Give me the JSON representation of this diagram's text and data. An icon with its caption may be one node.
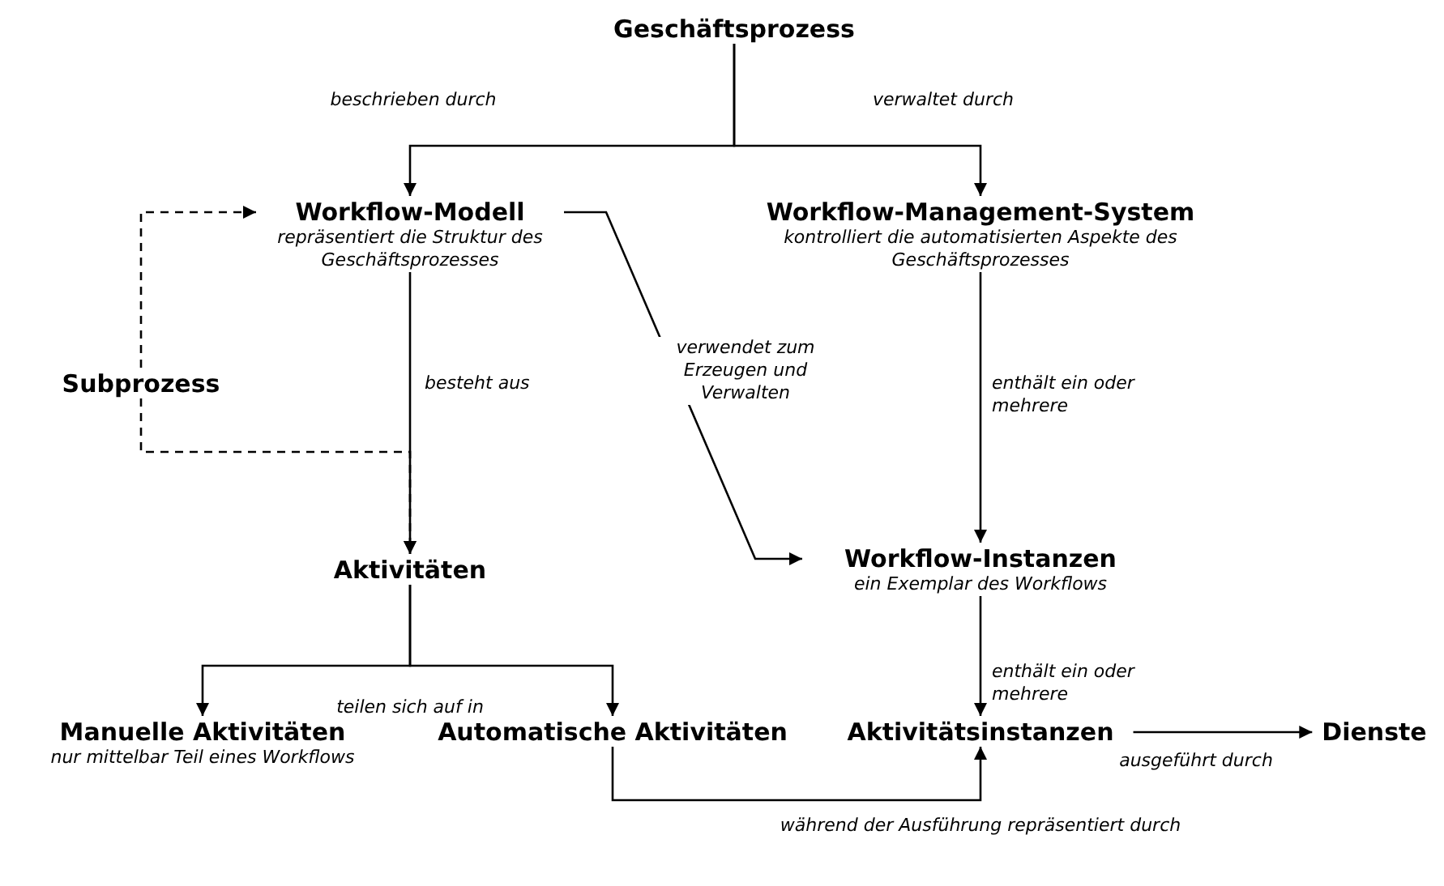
{
  "diagram": {
    "nodes": [
      {
        "text": [
          "Geschäftsprozess"
        ]
      },
      {
        "text": [
          "Workflow-Modell",
          "repräsentiert die Struktur des Geschäftsprozesses"
        ]
      },
      {
        "text": [
          "Workflow-Management-System",
          "kontrolliert die automatisierten Aspekte des Geschäftsprozesses"
        ]
      },
      {
        "text": [
          "Subprozess"
        ]
      },
      {
        "text": [
          "Aktivitäten"
        ]
      },
      {
        "text": [
          "Workflow-Instanzen",
          "ein Exemplar des Workflows"
        ]
      },
      {
        "text": [
          "Manuelle Aktivitäten",
          "nur mittelbar Teil eines Workflows"
        ]
      },
      {
        "text": [
          "Automatische Aktivitäten"
        ]
      },
      {
        "text": [
          "Aktivitätsinstanzen"
        ]
      },
      {
        "text": [
          "Dienste"
        ]
      }
    ],
    "edges": [
      {
        "from": 0,
        "to": 1,
        "arrow": "to",
        "label": "beschrieben durch"
      },
      {
        "from": 0,
        "to": 2,
        "arrow": "to",
        "label": "verwaltet durch"
      },
      {
        "from": 1,
        "to": 4,
        "arrow": "to",
        "label": "besteht aus"
      },
      {
        "from": 3,
        "to": 1,
        "arrow": "to",
        "style": "dashed"
      },
      {
        "from": 3,
        "to": 4,
        "arrow": "to",
        "style": "dashed"
      },
      {
        "from": 1,
        "to": 5,
        "arrow": "to",
        "label": "verwendet zum Erzeugen und Verwalten"
      },
      {
        "from": 2,
        "to": 5,
        "arrow": "to",
        "label": "enthält ein oder mehrere"
      },
      {
        "from": 4,
        "to": 6,
        "arrow": "to"
      },
      {
        "from": 4,
        "to": 7,
        "arrow": "to",
        "label": "teilen sich auf in"
      },
      {
        "from": 5,
        "to": 8,
        "arrow": "to",
        "label": "enthält ein oder mehrere"
      },
      {
        "from": 8,
        "to": 9,
        "arrow": "to",
        "label": "ausgeführt durch"
      },
      {
        "from": 7,
        "to": 8,
        "arrow": "to",
        "label": "während der Ausführung repräsentiert durch"
      }
    ]
  }
}
